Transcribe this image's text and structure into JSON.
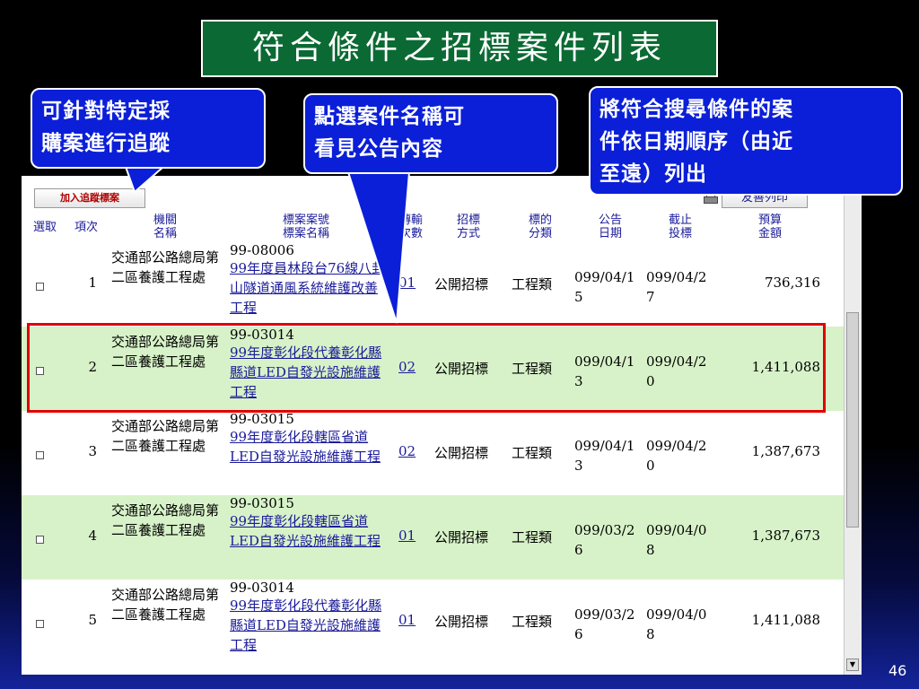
{
  "slide": {
    "title": "符合條件之招標案件列表",
    "page_number": "46",
    "colors": {
      "title_bg": "#0b6a33",
      "callout_bg": "#0b1fd8",
      "highlight": "#e00000",
      "row_alt": "#d7f2c8",
      "link": "#1a1a9a"
    }
  },
  "callouts": [
    {
      "lines": [
        "可針對特定採",
        "購案進行追蹤"
      ]
    },
    {
      "lines": [
        "點選案件名稱可",
        "看見公告內容"
      ]
    },
    {
      "lines": [
        "將符合搜尋條件的案",
        "件依日期順序（由近",
        "至遠）列出"
      ]
    }
  ],
  "toolbar": {
    "track_label": "加入追蹤標案",
    "print_label": "友善列印",
    "print_icon": "printer-icon"
  },
  "table": {
    "headers": [
      {
        "line1": "選取",
        "line2": ""
      },
      {
        "line1": "項次",
        "line2": ""
      },
      {
        "line1": "機關",
        "line2": "名稱"
      },
      {
        "line1": "標案案號",
        "line2": "標案名稱"
      },
      {
        "line1": "傳輸",
        "line2": "次數"
      },
      {
        "line1": "招標",
        "line2": "方式"
      },
      {
        "line1": "標的",
        "line2": "分類"
      },
      {
        "line1": "公告",
        "line2": "日期"
      },
      {
        "line1": "截止",
        "line2": "投標"
      },
      {
        "line1": "預算",
        "line2": "金額"
      }
    ],
    "rows": [
      {
        "index": "1",
        "agency": "交通部公路總局第二區養護工程處",
        "case_no": "99-08006",
        "case_name": "99年度員林段台76線八卦山隧道通風系統維護改善工程",
        "transmissions": "01",
        "method": "公開招標",
        "category": "工程類",
        "pub_date": "099/04/15",
        "deadline": "099/04/27",
        "budget": "736,316"
      },
      {
        "index": "2",
        "agency": "交通部公路總局第二區養護工程處",
        "case_no": "99-03014",
        "case_name": "99年度彰化段代養彰化縣縣道LED自發光設施維護工程",
        "transmissions": "02",
        "method": "公開招標",
        "category": "工程類",
        "pub_date": "099/04/13",
        "deadline": "099/04/20",
        "budget": "1,411,088"
      },
      {
        "index": "3",
        "agency": "交通部公路總局第二區養護工程處",
        "case_no": "99-03015",
        "case_name": "99年度彰化段轄區省道LED自發光設施維護工程",
        "transmissions": "02",
        "method": "公開招標",
        "category": "工程類",
        "pub_date": "099/04/13",
        "deadline": "099/04/20",
        "budget": "1,387,673"
      },
      {
        "index": "4",
        "agency": "交通部公路總局第二區養護工程處",
        "case_no": "99-03015",
        "case_name": "99年度彰化段轄區省道LED自發光設施維護工程",
        "transmissions": "01",
        "method": "公開招標",
        "category": "工程類",
        "pub_date": "099/03/26",
        "deadline": "099/04/08",
        "budget": "1,387,673"
      },
      {
        "index": "5",
        "agency": "交通部公路總局第二區養護工程處",
        "case_no": "99-03014",
        "case_name": "99年度彰化段代養彰化縣縣道LED自發光設施維護工程",
        "transmissions": "01",
        "method": "公開招標",
        "category": "工程類",
        "pub_date": "099/03/26",
        "deadline": "099/04/08",
        "budget": "1,411,088"
      }
    ]
  }
}
